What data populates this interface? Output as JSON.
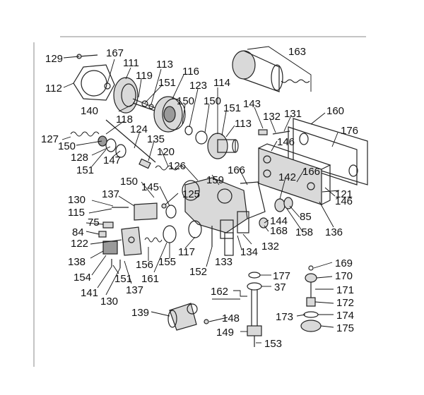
{
  "labels": [
    {
      "id": "129",
      "text": "129"
    },
    {
      "id": "167",
      "text": "167"
    },
    {
      "id": "112",
      "text": "112"
    },
    {
      "id": "111",
      "text": "111"
    },
    {
      "id": "113a",
      "text": "113"
    },
    {
      "id": "119",
      "text": "119"
    },
    {
      "id": "151a",
      "text": "151"
    },
    {
      "id": "116",
      "text": "116"
    },
    {
      "id": "163",
      "text": "163"
    },
    {
      "id": "123",
      "text": "123"
    },
    {
      "id": "114",
      "text": "114"
    },
    {
      "id": "150a",
      "text": "150"
    },
    {
      "id": "150b",
      "text": "150"
    },
    {
      "id": "151b",
      "text": "151"
    },
    {
      "id": "143",
      "text": "143"
    },
    {
      "id": "160",
      "text": "160"
    },
    {
      "id": "140",
      "text": "140"
    },
    {
      "id": "118",
      "text": "118"
    },
    {
      "id": "113b",
      "text": "113"
    },
    {
      "id": "132a",
      "text": "132"
    },
    {
      "id": "131",
      "text": "131"
    },
    {
      "id": "127",
      "text": "127"
    },
    {
      "id": "124",
      "text": "124"
    },
    {
      "id": "176",
      "text": "176"
    },
    {
      "id": "150c",
      "text": "150"
    },
    {
      "id": "135",
      "text": "135"
    },
    {
      "id": "146a",
      "text": "146"
    },
    {
      "id": "128",
      "text": "128"
    },
    {
      "id": "120",
      "text": "120"
    },
    {
      "id": "166a",
      "text": "166"
    },
    {
      "id": "166b",
      "text": "166"
    },
    {
      "id": "151c",
      "text": "151"
    },
    {
      "id": "147",
      "text": "147"
    },
    {
      "id": "126",
      "text": "126"
    },
    {
      "id": "159",
      "text": "159"
    },
    {
      "id": "142",
      "text": "142"
    },
    {
      "id": "150d",
      "text": "150"
    },
    {
      "id": "121",
      "text": "121"
    },
    {
      "id": "145",
      "text": "145"
    },
    {
      "id": "130a",
      "text": "130"
    },
    {
      "id": "137a",
      "text": "137"
    },
    {
      "id": "125",
      "text": "125"
    },
    {
      "id": "146b",
      "text": "146"
    },
    {
      "id": "115",
      "text": "115"
    },
    {
      "id": "85",
      "text": "85"
    },
    {
      "id": "75",
      "text": "75"
    },
    {
      "id": "144",
      "text": "144"
    },
    {
      "id": "84",
      "text": "84"
    },
    {
      "id": "168",
      "text": "168"
    },
    {
      "id": "158",
      "text": "158"
    },
    {
      "id": "136",
      "text": "136"
    },
    {
      "id": "122",
      "text": "122"
    },
    {
      "id": "132b",
      "text": "132"
    },
    {
      "id": "117",
      "text": "117"
    },
    {
      "id": "138",
      "text": "138"
    },
    {
      "id": "134",
      "text": "134"
    },
    {
      "id": "154",
      "text": "154"
    },
    {
      "id": "156",
      "text": "156"
    },
    {
      "id": "155",
      "text": "155"
    },
    {
      "id": "133",
      "text": "133"
    },
    {
      "id": "169",
      "text": "169"
    },
    {
      "id": "152",
      "text": "152"
    },
    {
      "id": "170",
      "text": "170"
    },
    {
      "id": "177",
      "text": "177"
    },
    {
      "id": "161",
      "text": "161"
    },
    {
      "id": "141",
      "text": "141"
    },
    {
      "id": "151d",
      "text": "151"
    },
    {
      "id": "137b",
      "text": "137"
    },
    {
      "id": "162",
      "text": "162"
    },
    {
      "id": "37",
      "text": "37"
    },
    {
      "id": "171",
      "text": "171"
    },
    {
      "id": "130b",
      "text": "130"
    },
    {
      "id": "172",
      "text": "172"
    },
    {
      "id": "139",
      "text": "139"
    },
    {
      "id": "173",
      "text": "173"
    },
    {
      "id": "174",
      "text": "174"
    },
    {
      "id": "148",
      "text": "148"
    },
    {
      "id": "175",
      "text": "175"
    },
    {
      "id": "149",
      "text": "149"
    },
    {
      "id": "153",
      "text": "153"
    }
  ]
}
